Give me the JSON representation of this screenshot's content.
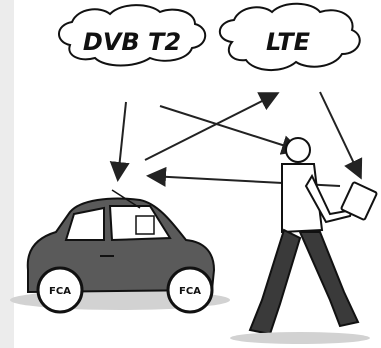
{
  "clouds": {
    "left_label": "DVB T2",
    "right_label": "LTE"
  },
  "car": {
    "wheel_badge": "FCA"
  },
  "colors": {
    "background": "#ececec",
    "panel": "#ffffff",
    "ink": "#111111",
    "car_body": "#5a5a5a",
    "shadow": "#d2d2d2"
  }
}
